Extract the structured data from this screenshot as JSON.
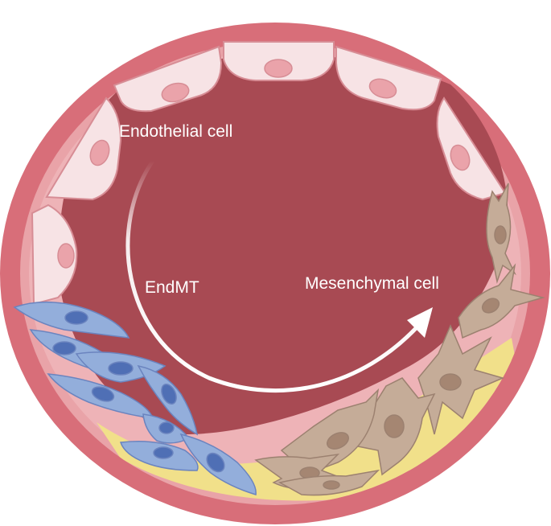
{
  "labels": {
    "endothelial": "Endothelial cell",
    "endmt": "EndMT",
    "mesenchymal": "Mesenchymal cell"
  },
  "colors": {
    "outer_wall": "#d86e79",
    "wall_layer": "#e9a3a8",
    "lumen": "#a84a53",
    "plaque": "#f1e08a",
    "endothelial_fill": "#f7e3e5",
    "endothelial_nucleus": "#eaa3aa",
    "transition_cell": "#93aedb",
    "transition_nucleus": "#4f6fb5",
    "mesenchymal_cell": "#c5ac98",
    "mesenchymal_nucleus": "#a58672",
    "arrow": "#ffffff"
  },
  "icons": {
    "arrow": "curved-arrow-icon"
  }
}
